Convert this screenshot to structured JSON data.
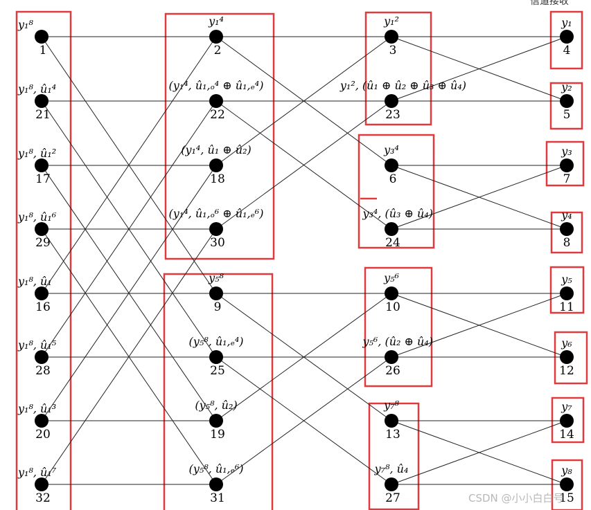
{
  "header": {
    "right_text": "信道接收"
  },
  "columns": [
    {
      "nodes": [
        {
          "num": "1",
          "label": "y₁⁸"
        },
        {
          "num": "21",
          "label": "y₁⁸, û₁⁴"
        },
        {
          "num": "17",
          "label": "y₁⁸, û₁²"
        },
        {
          "num": "29",
          "label": "y₁⁸, û₁⁶"
        },
        {
          "num": "16",
          "label": "y₁⁸, û₁"
        },
        {
          "num": "28",
          "label": "y₁⁸, û₁⁵"
        },
        {
          "num": "20",
          "label": "y₁⁸, û₁³"
        },
        {
          "num": "32",
          "label": "y₁⁸, û₁⁷"
        }
      ]
    },
    {
      "nodes": [
        {
          "num": "2",
          "label": "y₁⁴"
        },
        {
          "num": "22",
          "label": "(y₁⁴, û₁,ₒ⁴ ⊕ û₁,ₑ⁴)"
        },
        {
          "num": "18",
          "label": "(y₁⁴, û₁ ⊕ û₂)"
        },
        {
          "num": "30",
          "label": "(y₁⁴, û₁,ₒ⁶ ⊕ û₁,ₑ⁶)"
        },
        {
          "num": "9",
          "label": "y₅⁸"
        },
        {
          "num": "25",
          "label": "(y₅⁸, û₁,ₑ⁴)"
        },
        {
          "num": "19",
          "label": "(y₅⁸, û₂)"
        },
        {
          "num": "31",
          "label": "(y₅⁸, û₁,ₑ⁶)"
        }
      ]
    },
    {
      "nodes": [
        {
          "num": "3",
          "label": "y₁²"
        },
        {
          "num": "23",
          "label": "y₁², (û₁ ⊕ û₂ ⊕ û₃ ⊕ û₄)"
        },
        {
          "num": "6",
          "label": "y₃⁴"
        },
        {
          "num": "24",
          "label": "y₃⁴, (û₃ ⊕ û₄)"
        },
        {
          "num": "10",
          "label": "y₅⁶"
        },
        {
          "num": "26",
          "label": "y₅⁶, (û₂ ⊕ û₄)"
        },
        {
          "num": "13",
          "label": "y₇⁸"
        },
        {
          "num": "27",
          "label": "y₇⁸, û₄"
        }
      ]
    },
    {
      "nodes": [
        {
          "num": "4",
          "label": "y₁"
        },
        {
          "num": "5",
          "label": "y₂"
        },
        {
          "num": "7",
          "label": "y₃"
        },
        {
          "num": "8",
          "label": "y₄"
        },
        {
          "num": "11",
          "label": "y₅"
        },
        {
          "num": "12",
          "label": "y₆"
        },
        {
          "num": "14",
          "label": "y₇"
        },
        {
          "num": "15",
          "label": "y₈"
        }
      ]
    }
  ],
  "edges": [
    [
      [
        0,
        0
      ],
      [
        1,
        0
      ]
    ],
    [
      [
        0,
        0
      ],
      [
        1,
        4
      ]
    ],
    [
      [
        0,
        1
      ],
      [
        1,
        1
      ]
    ],
    [
      [
        0,
        1
      ],
      [
        1,
        5
      ]
    ],
    [
      [
        0,
        2
      ],
      [
        1,
        2
      ]
    ],
    [
      [
        0,
        2
      ],
      [
        1,
        6
      ]
    ],
    [
      [
        0,
        3
      ],
      [
        1,
        3
      ]
    ],
    [
      [
        0,
        3
      ],
      [
        1,
        7
      ]
    ],
    [
      [
        0,
        4
      ],
      [
        1,
        0
      ]
    ],
    [
      [
        0,
        4
      ],
      [
        1,
        4
      ]
    ],
    [
      [
        0,
        5
      ],
      [
        1,
        1
      ]
    ],
    [
      [
        0,
        5
      ],
      [
        1,
        5
      ]
    ],
    [
      [
        0,
        6
      ],
      [
        1,
        2
      ]
    ],
    [
      [
        0,
        6
      ],
      [
        1,
        6
      ]
    ],
    [
      [
        0,
        7
      ],
      [
        1,
        3
      ]
    ],
    [
      [
        0,
        7
      ],
      [
        1,
        7
      ]
    ],
    [
      [
        1,
        0
      ],
      [
        2,
        0
      ]
    ],
    [
      [
        1,
        0
      ],
      [
        2,
        2
      ]
    ],
    [
      [
        1,
        1
      ],
      [
        2,
        1
      ]
    ],
    [
      [
        1,
        1
      ],
      [
        2,
        3
      ]
    ],
    [
      [
        1,
        2
      ],
      [
        2,
        0
      ]
    ],
    [
      [
        1,
        3
      ],
      [
        2,
        1
      ]
    ],
    [
      [
        1,
        4
      ],
      [
        2,
        4
      ]
    ],
    [
      [
        1,
        4
      ],
      [
        2,
        6
      ]
    ],
    [
      [
        1,
        5
      ],
      [
        2,
        5
      ]
    ],
    [
      [
        1,
        5
      ],
      [
        2,
        7
      ]
    ],
    [
      [
        1,
        6
      ],
      [
        2,
        4
      ]
    ],
    [
      [
        1,
        7
      ],
      [
        2,
        5
      ]
    ],
    [
      [
        2,
        0
      ],
      [
        3,
        0
      ]
    ],
    [
      [
        2,
        0
      ],
      [
        3,
        1
      ]
    ],
    [
      [
        2,
        1
      ],
      [
        3,
        0
      ]
    ],
    [
      [
        2,
        1
      ],
      [
        3,
        1
      ]
    ],
    [
      [
        2,
        2
      ],
      [
        3,
        2
      ]
    ],
    [
      [
        2,
        2
      ],
      [
        3,
        3
      ]
    ],
    [
      [
        2,
        3
      ],
      [
        3,
        2
      ]
    ],
    [
      [
        2,
        3
      ],
      [
        3,
        3
      ]
    ],
    [
      [
        2,
        4
      ],
      [
        3,
        4
      ]
    ],
    [
      [
        2,
        4
      ],
      [
        3,
        5
      ]
    ],
    [
      [
        2,
        5
      ],
      [
        3,
        4
      ]
    ],
    [
      [
        2,
        5
      ],
      [
        3,
        5
      ]
    ],
    [
      [
        2,
        6
      ],
      [
        3,
        6
      ]
    ],
    [
      [
        2,
        6
      ],
      [
        3,
        7
      ]
    ],
    [
      [
        2,
        7
      ],
      [
        3,
        6
      ]
    ],
    [
      [
        2,
        7
      ],
      [
        3,
        7
      ]
    ]
  ],
  "watermark": "CSDN @小小白白号"
}
